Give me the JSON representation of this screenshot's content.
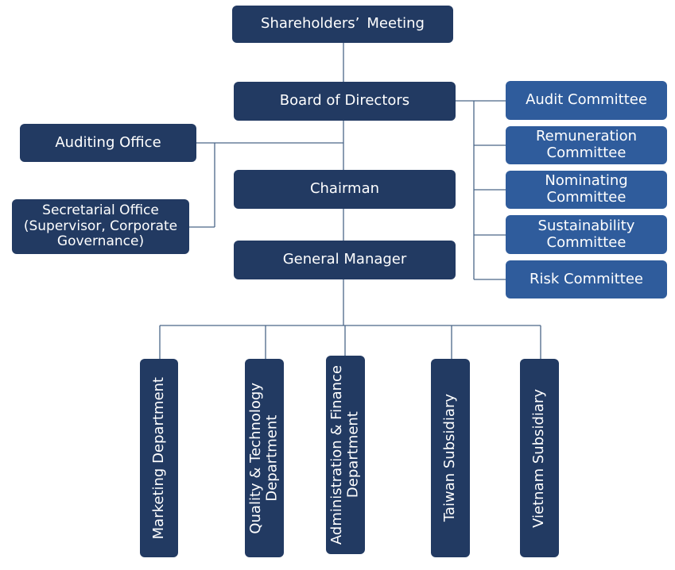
{
  "colors": {
    "dark": "#223a62",
    "committee": "#2f5c9c",
    "line": "#4a6688"
  },
  "nodes": {
    "shareholders": "Shareholders’ Meeting",
    "board": "Board of Directors",
    "auditing_office": "Auditing Office",
    "secretarial_office": "Secretarial Office\n(Supervisor, Corporate\nGovernance)",
    "chairman": "Chairman",
    "general_manager": "General Manager",
    "committees": {
      "audit": "Audit Committee",
      "remuneration": "Remuneration\nCommittee",
      "nominating": "Nominating\nCommittee",
      "sustainability": "Sustainability\nCommittee",
      "risk": "Risk Committee"
    },
    "departments": {
      "marketing": "Marketing Department",
      "quality": "Quality & Technology\nDepartment",
      "admin": "Administration & Finance\nDepartment",
      "taiwan": "Taiwan Subsidiary",
      "vietnam": "Vietnam Subsidiary"
    }
  }
}
